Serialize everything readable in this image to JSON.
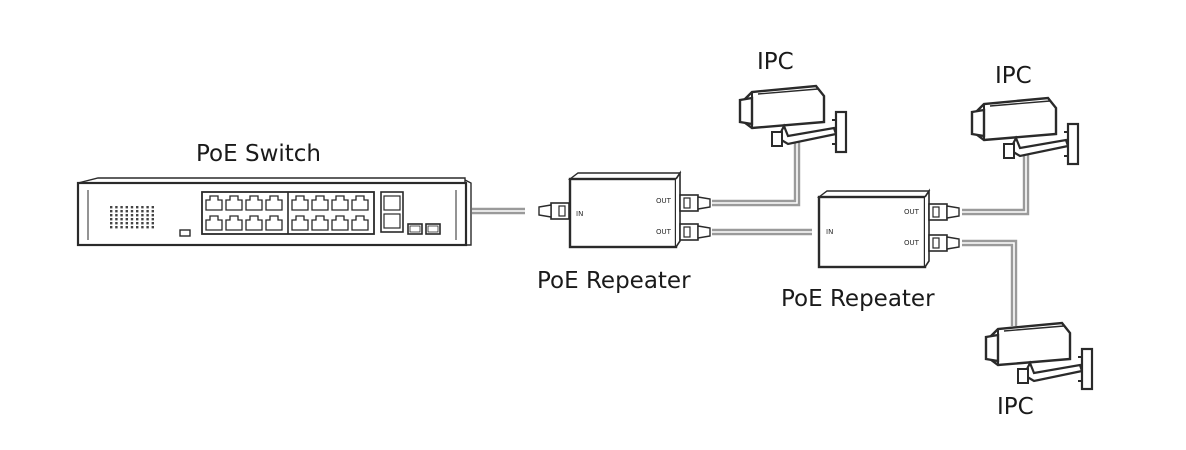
{
  "labels": {
    "switch": "PoE Switch",
    "repeater1": "PoE Repeater",
    "repeater2": "PoE Repeater",
    "ipc1": "IPC",
    "ipc2": "IPC",
    "ipc3": "IPC"
  },
  "ports": {
    "in": "IN",
    "out": "OUT"
  },
  "colors": {
    "stroke": "#2a2a2a",
    "cable": "#9a9a9a",
    "fill": "#ffffff"
  }
}
